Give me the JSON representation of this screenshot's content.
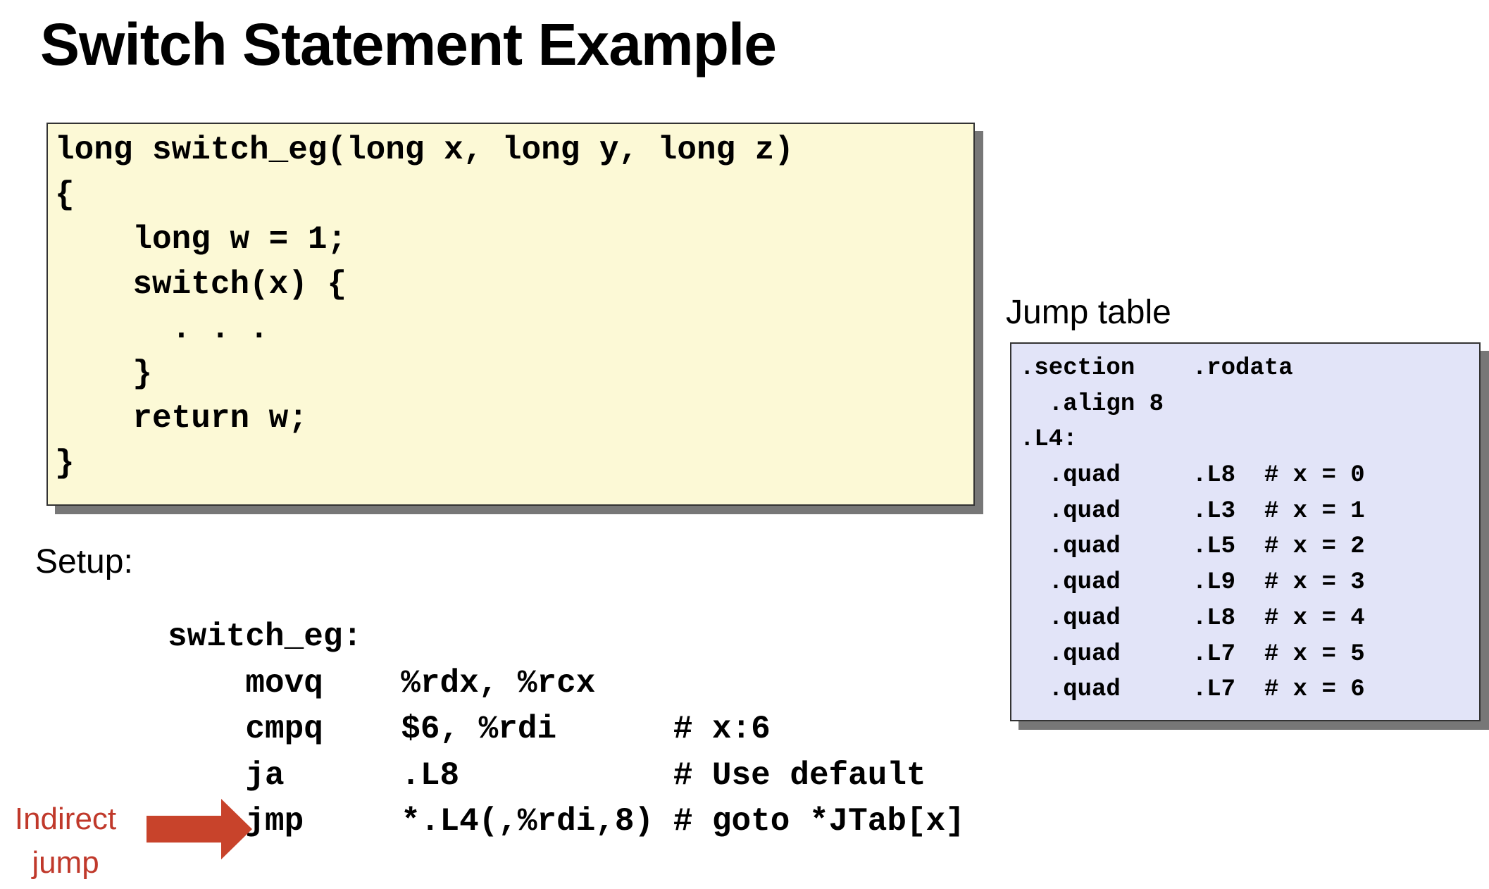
{
  "title": "Switch Statement Example",
  "c_code": {
    "lines": [
      "long switch_eg(long x, long y, long z)",
      "{",
      "    long w = 1;",
      "    switch(x) {",
      "      . . .",
      "    }",
      "    return w;",
      "}"
    ]
  },
  "jump_table": {
    "label": "Jump table",
    "lines": [
      ".section    .rodata",
      "  .align 8",
      ".L4:",
      "  .quad     .L8  # x = 0",
      "  .quad     .L3  # x = 1",
      "  .quad     .L5  # x = 2",
      "  .quad     .L9  # x = 3",
      "  .quad     .L8  # x = 4",
      "  .quad     .L7  # x = 5",
      "  .quad     .L7  # x = 6"
    ]
  },
  "setup": {
    "label": "Setup:",
    "lines": [
      "switch_eg:",
      "    movq    %rdx, %rcx",
      "    cmpq    $6, %rdi      # x:6",
      "    ja      .L8           # Use default",
      "    jmp     *.L4(,%rdi,8) # goto *JTab[x]"
    ]
  },
  "annotation": {
    "text": "Indirect jump",
    "color": "#c0392b"
  }
}
